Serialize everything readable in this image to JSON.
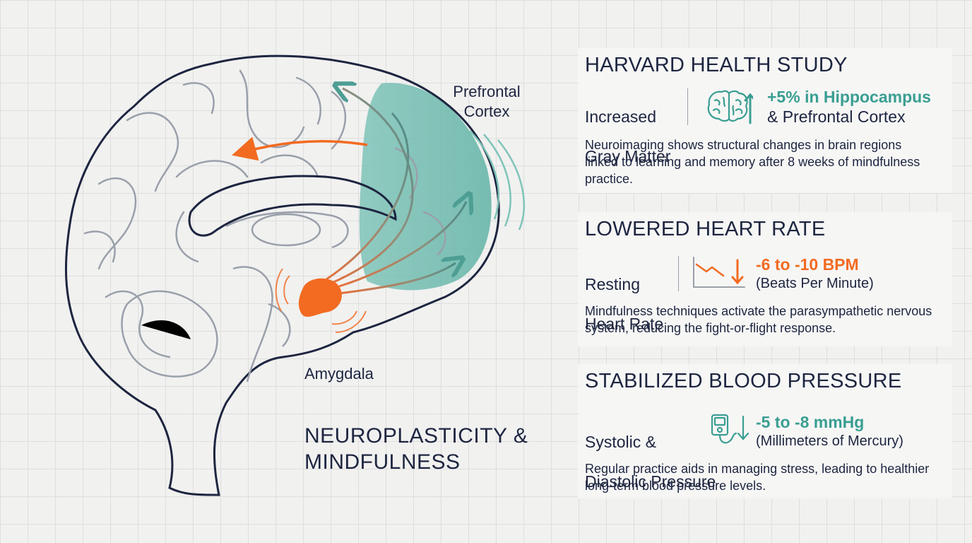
{
  "diagram": {
    "title_line1": "NEUROPLASTICITY &",
    "title_line2": "MINDFULNESS",
    "labels": {
      "prefrontal_line1": "Prefrontal",
      "prefrontal_line2": "Cortex",
      "amygdala": "Amygdala"
    }
  },
  "colors": {
    "navy": "#1d2540",
    "teal": "#6fbcb0",
    "teal_text": "#3a9e92",
    "orange": "#f26b21",
    "gray_line": "#9aa0aa"
  },
  "sections": [
    {
      "heading": "HARVARD HEALTH STUDY",
      "metric_label_line1": "Increased",
      "metric_label_line2": "Gray Matter",
      "icon": "brain-up-icon",
      "value_line1": "+5% in Hippocampus",
      "value_line2": "& Prefrontal Cortex",
      "description": "Neuroimaging shows structural changes in brain regions linked to learning and memory after 8 weeks of mindfulness practice."
    },
    {
      "heading": "LOWERED HEART RATE",
      "metric_label_line1": "Resting",
      "metric_label_line2": "Heart Rate",
      "icon": "chart-down-icon",
      "value": "-6 to -10 BPM",
      "unit": "(Beats Per Minute)",
      "description": "Mindfulness techniques activate the parasympathetic nervous system, reducing the fight-or-flight response."
    },
    {
      "heading": "STABILIZED BLOOD PRESSURE",
      "metric_label_line1": "Systolic &",
      "metric_label_line2": "Diastolic Pressure",
      "icon": "blood-pressure-monitor-icon",
      "value": "-5 to -8 mmHg",
      "unit": "(Millimeters of Mercury)",
      "description": "Regular practice aids in managing stress, leading to healthier long-term blood pressure levels."
    }
  ]
}
